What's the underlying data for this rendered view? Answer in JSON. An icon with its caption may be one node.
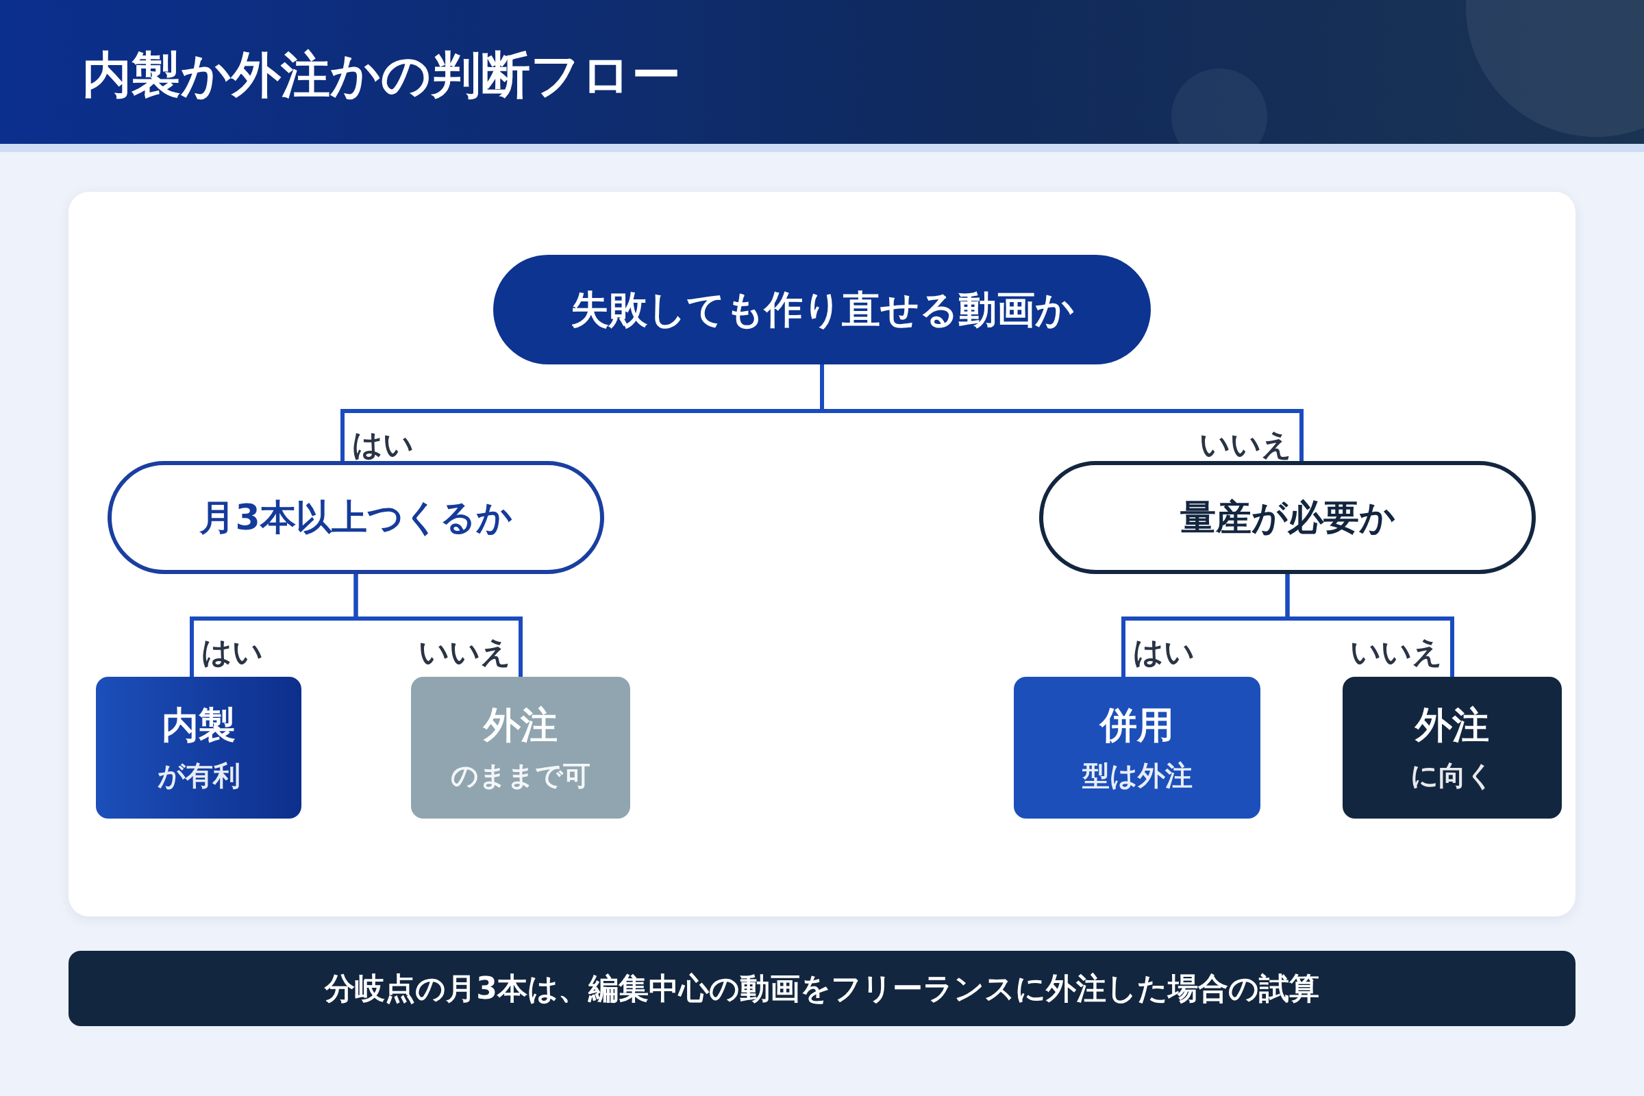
{
  "diagram": {
    "title": "内製か外注かの判断フロー",
    "nodes": [
      {
        "text": [
          "失敗しても作り直せる動画か"
        ]
      },
      {
        "text": [
          "月3本以上つくるか"
        ]
      },
      {
        "text": [
          "量産が必要か"
        ]
      },
      {
        "text": [
          "内製",
          "が有利"
        ]
      },
      {
        "text": [
          "外注",
          "のままで可"
        ]
      },
      {
        "text": [
          "併用",
          "型は外注"
        ]
      },
      {
        "text": [
          "外注",
          "に向く"
        ]
      }
    ],
    "edges": [
      {
        "from": 0,
        "to": 1,
        "arrow": "none",
        "label": "はい"
      },
      {
        "from": 0,
        "to": 2,
        "arrow": "none",
        "label": "いいえ"
      },
      {
        "from": 1,
        "to": 3,
        "arrow": "none",
        "label": "はい"
      },
      {
        "from": 1,
        "to": 4,
        "arrow": "none",
        "label": "いいえ"
      },
      {
        "from": 2,
        "to": 5,
        "arrow": "none",
        "label": "はい"
      },
      {
        "from": 2,
        "to": 6,
        "arrow": "none",
        "label": "いいえ"
      }
    ],
    "caption": "分岐点の月3本は、編集中心の動画をフリーランスに外注した場合の試算"
  }
}
